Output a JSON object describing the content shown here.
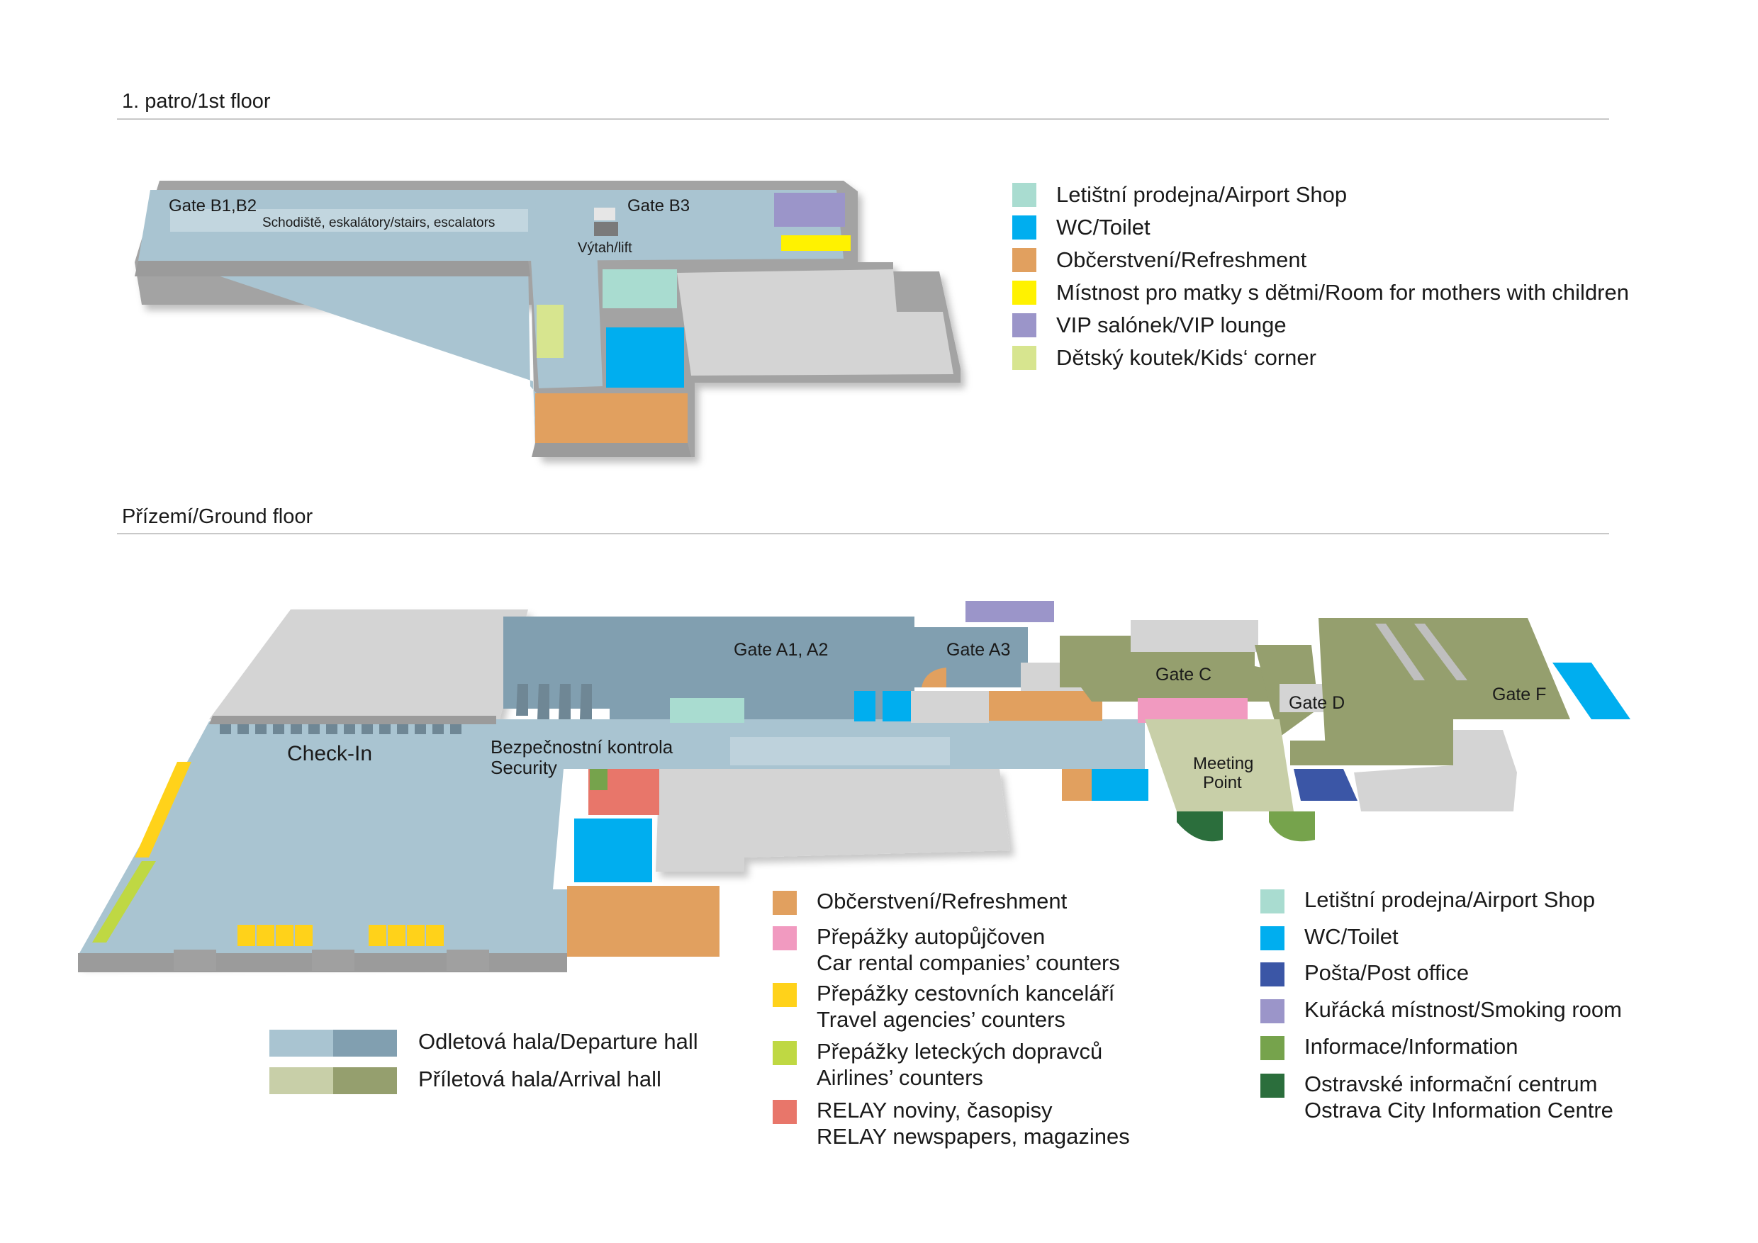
{
  "floors": {
    "first": {
      "title": "1. patro/1st floor",
      "labels": {
        "gate_b12": "Gate B1,B2",
        "stairs": "Schodiště, eskalátory/stairs, escalators",
        "gate_b3": "Gate B3",
        "lift": "Výtah/lift"
      },
      "legend": [
        {
          "text": "Letištní prodejna/Airport Shop",
          "color": "#a9dcd0"
        },
        {
          "text": "WC/Toilet",
          "color": "#00aeef"
        },
        {
          "text": "Občerstvení/Refreshment",
          "color": "#e1a05f"
        },
        {
          "text": "Místnost pro matky s dětmi/Room for mothers with children",
          "color": "#fff200"
        },
        {
          "text": "VIP salónek/VIP lounge",
          "color": "#9b95c9"
        },
        {
          "text": "Dětský koutek/Kids‘ corner",
          "color": "#d7e58f"
        }
      ]
    },
    "ground": {
      "title": "Přízemí/Ground floor",
      "labels": {
        "checkin": "Check-In",
        "security_cz": "Bezpečnostní kontrola",
        "security_en": "Security",
        "gate_a12": "Gate A1, A2",
        "gate_a3": "Gate A3",
        "gate_c": "Gate C",
        "gate_d": "Gate D",
        "gate_f": "Gate F",
        "meeting_1": "Meeting",
        "meeting_2": "Point"
      },
      "halls": [
        {
          "text": "Odletová hala/Departure hall",
          "colors": [
            "#a9c4d1",
            "#819fb0"
          ]
        },
        {
          "text": "Příletová hala/Arrival hall",
          "colors": [
            "#c8cfa8",
            "#959f6e"
          ]
        }
      ],
      "legend_middle": [
        {
          "lines": [
            "Občerstvení/Refreshment"
          ],
          "color": "#e1a05f"
        },
        {
          "lines": [
            "Přepážky autopůjčoven",
            "Car rental companies’ counters"
          ],
          "color": "#f19ac0"
        },
        {
          "lines": [
            "Přepážky cestovních kanceláří",
            "Travel agencies’ counters"
          ],
          "color": "#ffd21a"
        },
        {
          "lines": [
            "Přepážky leteckých dopravců",
            "Airlines’ counters"
          ],
          "color": "#bfd843"
        },
        {
          "lines": [
            "RELAY noviny, časopisy",
            "RELAY newspapers, magazines"
          ],
          "color": "#e8766a"
        }
      ],
      "legend_right": [
        {
          "lines": [
            "Letištní prodejna/Airport Shop"
          ],
          "color": "#a9dcd0"
        },
        {
          "lines": [
            "WC/Toilet"
          ],
          "color": "#00aeef"
        },
        {
          "lines": [
            "Pošta/Post office"
          ],
          "color": "#3b56a6"
        },
        {
          "lines": [
            "Kuřácká místnost/Smoking room"
          ],
          "color": "#9b95c9"
        },
        {
          "lines": [
            "Informace/Information"
          ],
          "color": "#76a34c"
        },
        {
          "lines": [
            "Ostravské informační centrum",
            "Ostrava City Information Centre"
          ],
          "color": "#2b6e3c"
        }
      ]
    }
  },
  "palette": {
    "departure_light": "#a9c4d1",
    "departure_dark": "#819fb0",
    "arrival_light": "#c8cfa8",
    "arrival_dark": "#959f6e",
    "wall": "#9b9b9b",
    "floor_grey": "#d4d4d4"
  }
}
